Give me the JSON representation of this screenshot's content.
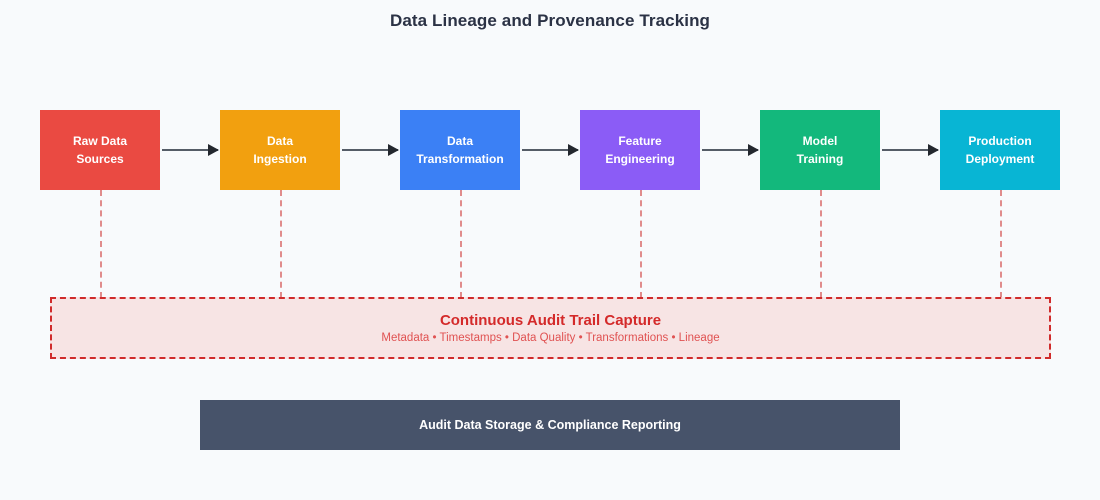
{
  "page": {
    "background": "#f8fafc",
    "title": "Data Lineage and Provenance Tracking",
    "title_color": "#2b3245"
  },
  "pipeline": {
    "stages": [
      {
        "id": "raw-data-sources",
        "line1": "Raw Data",
        "line2": "Sources",
        "color": "#ea4a42"
      },
      {
        "id": "data-ingestion",
        "line1": "Data",
        "line2": "Ingestion",
        "color": "#f2a00f"
      },
      {
        "id": "data-transformation",
        "line1": "Data",
        "line2": "Transformation",
        "color": "#3b80f5"
      },
      {
        "id": "feature-engineering",
        "line1": "Feature",
        "line2": "Engineering",
        "color": "#8b5cf6"
      },
      {
        "id": "model-training",
        "line1": "Model",
        "line2": "Training",
        "color": "#13b87c"
      },
      {
        "id": "production-deployment",
        "line1": "Production",
        "line2": "Deployment",
        "color": "#08b5d4"
      }
    ],
    "arrow_color": "#555c66",
    "arrow_head_color": "#23272e",
    "connector_color": "#e08c8c"
  },
  "audit": {
    "title": "Continuous Audit Trail Capture",
    "subtitle": "Metadata • Timestamps • Data Quality • Transformations • Lineage",
    "border_color": "#d02b2b",
    "fill_color": "#f7e4e4",
    "title_color": "#d42a2a",
    "subtitle_color": "#e05252"
  },
  "storage": {
    "label": "Audit Data Storage & Compliance Reporting",
    "color": "#47536a",
    "text_color": "#ffffff"
  }
}
